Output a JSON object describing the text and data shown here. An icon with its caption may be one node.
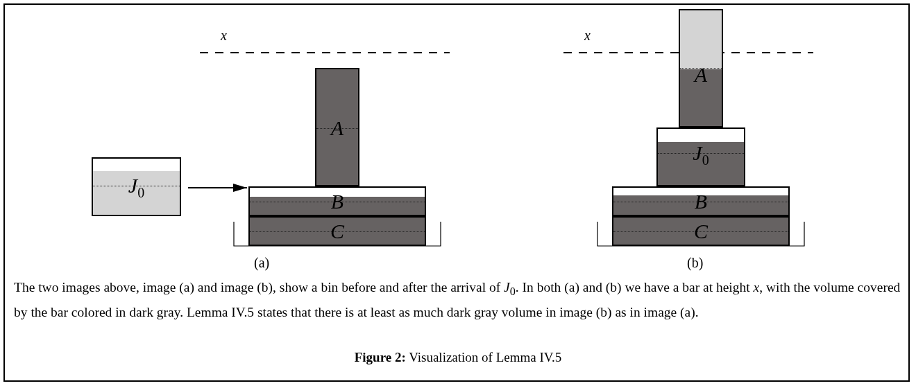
{
  "diagram": {
    "caption": "**Figure 2:** Visualization of Lemma IV.5",
    "nodes": [
      {
        "text": [
          "J$_{0}$"
        ]
      },
      {
        "text": [
          "A"
        ]
      },
      {
        "text": [
          "B"
        ]
      },
      {
        "text": [
          "C"
        ]
      },
      {
        "text": [
          "A"
        ]
      },
      {
        "text": [
          "J$_{0}$"
        ]
      },
      {
        "text": [
          "B"
        ]
      },
      {
        "text": [
          "C"
        ]
      }
    ],
    "edges": [
      {
        "from": 0,
        "to": 2,
        "arrow": "to"
      }
    ],
    "labels": [
      "x",
      "(a)",
      "x",
      "(b)",
      "The two images above, image (a) and image (b), show a bin before and after the arrival of *J*$_{0}$. In both (a) and (b) we have a bar at height *x*, with the volume covered by the bar colored in dark gray. Lemma IV.5 states that there is at least as much dark gray volume in image (b) as in image (a)."
    ]
  }
}
